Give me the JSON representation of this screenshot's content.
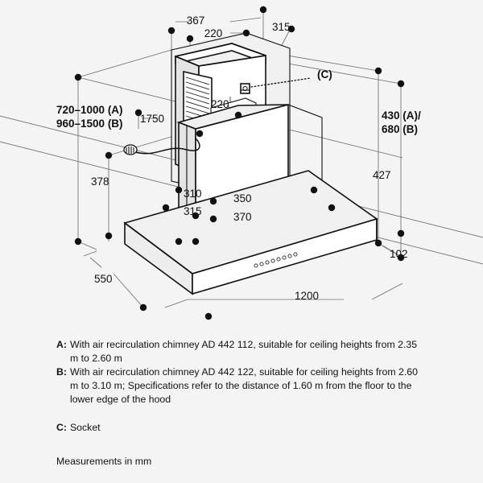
{
  "drawing": {
    "title": "Wall-mounted extractor hood isometric dimensional drawing",
    "units_note": "Measurements in mm",
    "dimensions": {
      "top_chimney_depth": "367",
      "top_chimney_width": "220",
      "top_chimney_side": "315",
      "chimney_lower_width": "220",
      "wall_height_a": "720–1000 (A)",
      "wall_height_b": "960–1500 (B)",
      "cord_height": "1750",
      "socket_offset": "378",
      "body_depth_310": "310",
      "body_depth_315": "315",
      "body_width_350": "350",
      "body_width_370": "370",
      "chimney_height_ab": "430 (A)/",
      "chimney_height_b": "680 (B)",
      "hood_top_height": "427",
      "hood_body_height": "102",
      "hood_depth": "550",
      "hood_width": "1200"
    },
    "callouts": {
      "socket_marker": "(C)"
    }
  },
  "notes": [
    {
      "key": "A:",
      "text": "With air recirculation chimney AD 442 112, suitable for ceiling heights from 2.35 m to 2.60 m"
    },
    {
      "key": "B:",
      "text": "With air recirculation chimney AD 442 122, suitable for ceiling heights from 2.60 m to 3.10 m; Specifications refer to the distance of 1.60 m from the floor to the lower edge of the hood"
    }
  ],
  "socket_note": {
    "key": "C:",
    "text": "Socket"
  },
  "measurements_note": "Measurements in mm",
  "colors": {
    "background": "#f4f4f4",
    "line": "#111111",
    "dimension_line": "#6e6e6e",
    "face_white": "#ffffff",
    "face_shade": "#e4e4e4"
  }
}
